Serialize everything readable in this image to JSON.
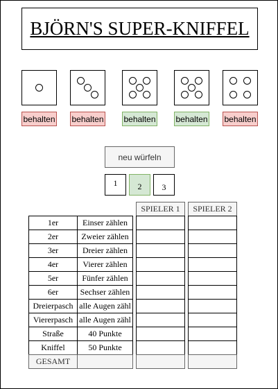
{
  "title": "BJÖRN'S SUPER-KNIFFEL",
  "dice": [
    {
      "value": 1,
      "hold_label": "behalten",
      "held": false
    },
    {
      "value": 3,
      "hold_label": "behalten",
      "held": false
    },
    {
      "value": 5,
      "hold_label": "behalten",
      "held": true
    },
    {
      "value": 5,
      "hold_label": "behalten",
      "held": true
    },
    {
      "value": 4,
      "hold_label": "behalten",
      "held": false
    }
  ],
  "colors": {
    "hold_red_fill": "#f8cecc",
    "hold_red_border": "#b85450",
    "hold_green_fill": "#d5e8d4",
    "hold_green_border": "#82b366"
  },
  "roll_button_label": "neu würfeln",
  "turns": [
    "1",
    "2",
    "3"
  ],
  "current_turn": 2,
  "players": [
    "SPIELER 1",
    "SPIELER 2"
  ],
  "score_rows": [
    {
      "name": "1er",
      "desc": "Einser zählen"
    },
    {
      "name": "2er",
      "desc": "Zweier zählen"
    },
    {
      "name": "3er",
      "desc": "Dreier zählen"
    },
    {
      "name": "4er",
      "desc": "Vierer zählen"
    },
    {
      "name": "5er",
      "desc": "Fünfer zählen"
    },
    {
      "name": "6er",
      "desc": "Sechser zählen"
    },
    {
      "name": "Dreierpasch",
      "desc": "alle Augen zähl"
    },
    {
      "name": "Viererpasch",
      "desc": "alle Augen zähl"
    },
    {
      "name": "Straße",
      "desc": "40 Punkte"
    },
    {
      "name": "Kniffel",
      "desc": "50 Punkte"
    }
  ],
  "total_label": "GESAMT"
}
